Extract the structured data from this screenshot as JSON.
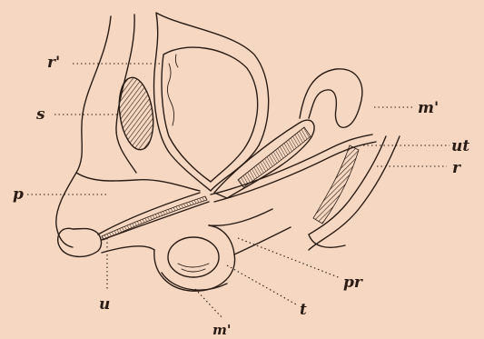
{
  "labels": {
    "r_top": "r'",
    "s": "s",
    "p": "p",
    "u": "u",
    "m_bottom": "m'",
    "t": "t",
    "pr": "pr",
    "m_right": "m'",
    "ut": "ut",
    "r": "r"
  },
  "colors": {
    "paper": "#f6d8c2",
    "ink": "#2a1c14"
  }
}
